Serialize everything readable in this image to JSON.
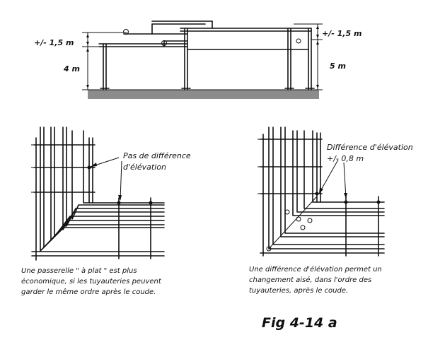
{
  "elevation_view": {
    "left_top_dim": "+/- 1,5 m",
    "left_bottom_dim": "4 m",
    "right_top_dim": "+/- 1,5 m",
    "right_bottom_dim": "5 m"
  },
  "plan_left": {
    "note": [
      "Pas de différence",
      "d'élévation"
    ],
    "caption": [
      "Une passerelle \" à plat \" est plus",
      "économique, si les tuyauteries peuvent",
      "garder le même ordre après le coude."
    ]
  },
  "plan_right": {
    "note": [
      "Différence d'élévation",
      "+/- 0,8 m"
    ],
    "caption": [
      "Une différence d'élévation permet un",
      "changement aisé, dans l'ordre des",
      "tuyauteries, après le coude."
    ]
  },
  "figure_label": "Fig 4-14 a"
}
